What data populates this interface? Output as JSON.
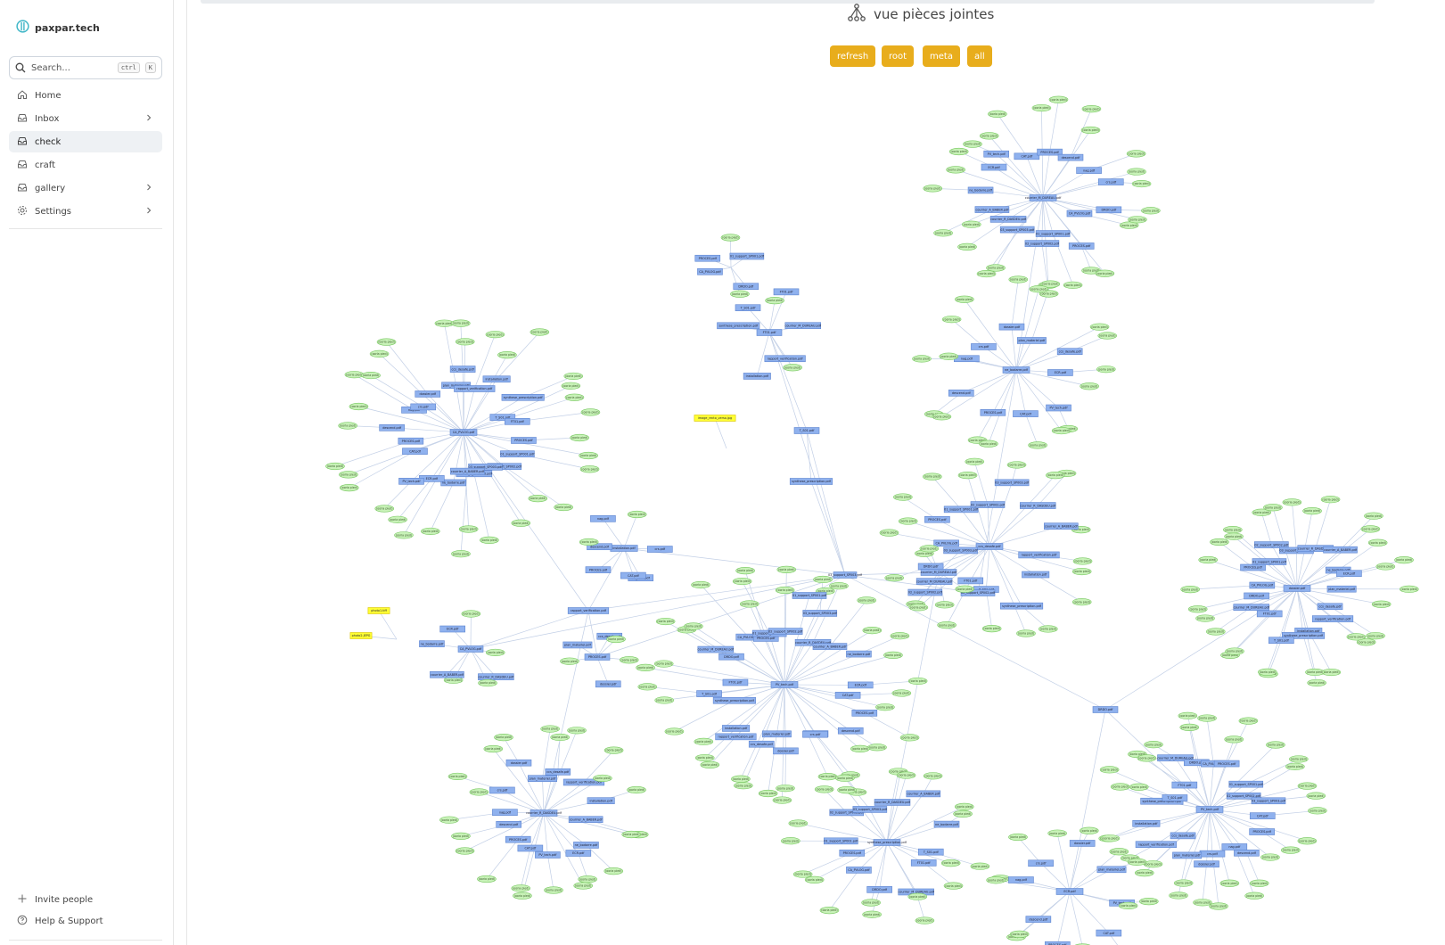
{
  "brand": {
    "name": "paxpar.tech"
  },
  "search": {
    "placeholder": "Search...",
    "kbd_mod": "ctrl",
    "kbd_key": "K"
  },
  "nav": {
    "items": [
      {
        "label": "Home",
        "icon": "home-icon",
        "chevron": false,
        "active": false
      },
      {
        "label": "Inbox",
        "icon": "inbox-icon",
        "chevron": true,
        "active": false
      },
      {
        "label": "check",
        "icon": "inbox-icon",
        "chevron": false,
        "active": true
      },
      {
        "label": "craft",
        "icon": "inbox-icon",
        "chevron": false,
        "active": false
      },
      {
        "label": "gallery",
        "icon": "inbox-icon",
        "chevron": true,
        "active": false
      },
      {
        "label": "Settings",
        "icon": "gear-icon",
        "chevron": true,
        "active": false
      }
    ]
  },
  "bottom": {
    "invite": "Invite people",
    "help": "Help & Support"
  },
  "header": {
    "title": "vue pièces jointes",
    "buttons": {
      "refresh": "refresh",
      "root": "root",
      "meta": "meta",
      "all": "all"
    }
  },
  "graph": {
    "ref_label": "(ooria pied)",
    "colors": {
      "pdf": "#8fb1ee",
      "ref": "#c8f2b8",
      "img": "#ffff33",
      "edge": "#c2cfe6",
      "button": "#e8ad1c"
    },
    "pdf_labels": [
      "CA_PVLOG.pdf",
      "PROCES.pdf",
      "01_support_SP001.pdf",
      "02_support_SP002.pdf",
      "03_support_SP003.pdf",
      "courrier_R_DASDEU.pdf",
      "courrier_A_BABER.pdf",
      "ne_bodarre.pdf",
      "ECR.pdf",
      "PV_tech.pdf",
      "CAT.pdf",
      "PROCES.pdf",
      "descend.pdf",
      "nag.pdf",
      "crs.pdf",
      "dossier.pdf",
      "plan_materiel.pdf",
      "ccs_desafe.pdf",
      "rapport_verification.pdf",
      "installation.pdf",
      "synthese_prescription.pdf",
      "T_S01.pdf",
      "FT01.pdf",
      "courrier_M_DUREAU.pdf",
      "DRDO.pdf"
    ],
    "image_labels": [
      "photo1.tiff",
      "photo2.JEPG",
      "image_recto_verso.jpg"
    ]
  }
}
